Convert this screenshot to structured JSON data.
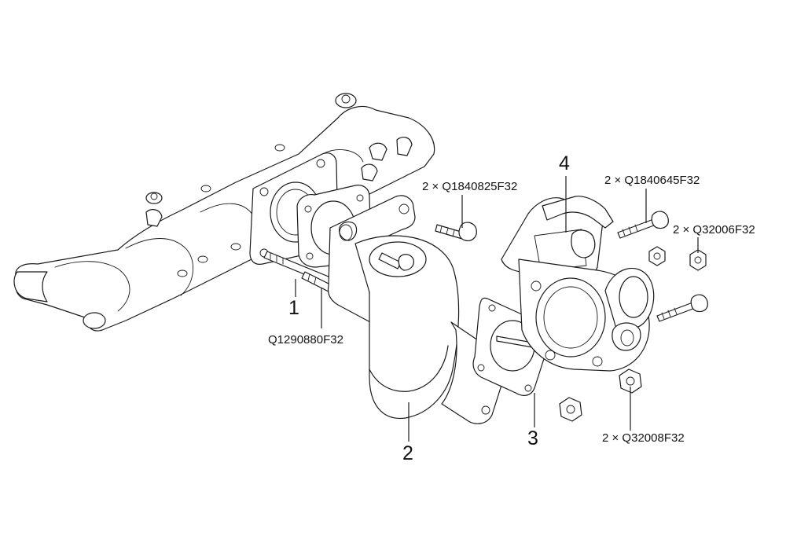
{
  "callouts": {
    "item1": "1",
    "item2": "2",
    "item3": "3",
    "item4": "4"
  },
  "part_codes": {
    "stud_1": "Q1290880F32",
    "bolt_upper": "2 × Q1840825F32",
    "bolt_right": "2 × Q1840645F32",
    "nut_small": "2 × Q32006F32",
    "nut_flange": "2 × Q32008F32"
  },
  "colors": {
    "line": "#1a1a1a",
    "background": "#ffffff"
  }
}
